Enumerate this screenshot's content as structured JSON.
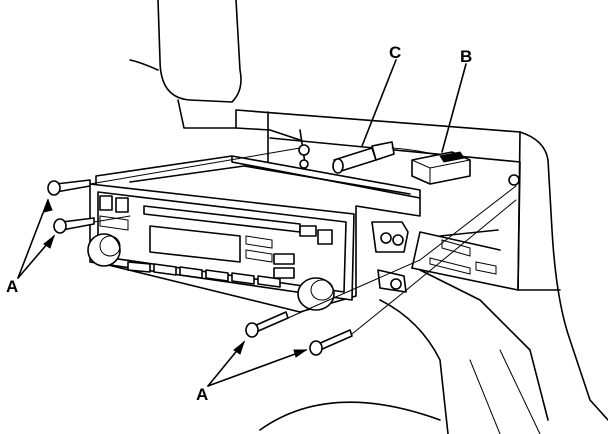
{
  "callouts": {
    "a_left": "A",
    "a_bottom": "A",
    "b": "B",
    "c": "C"
  }
}
